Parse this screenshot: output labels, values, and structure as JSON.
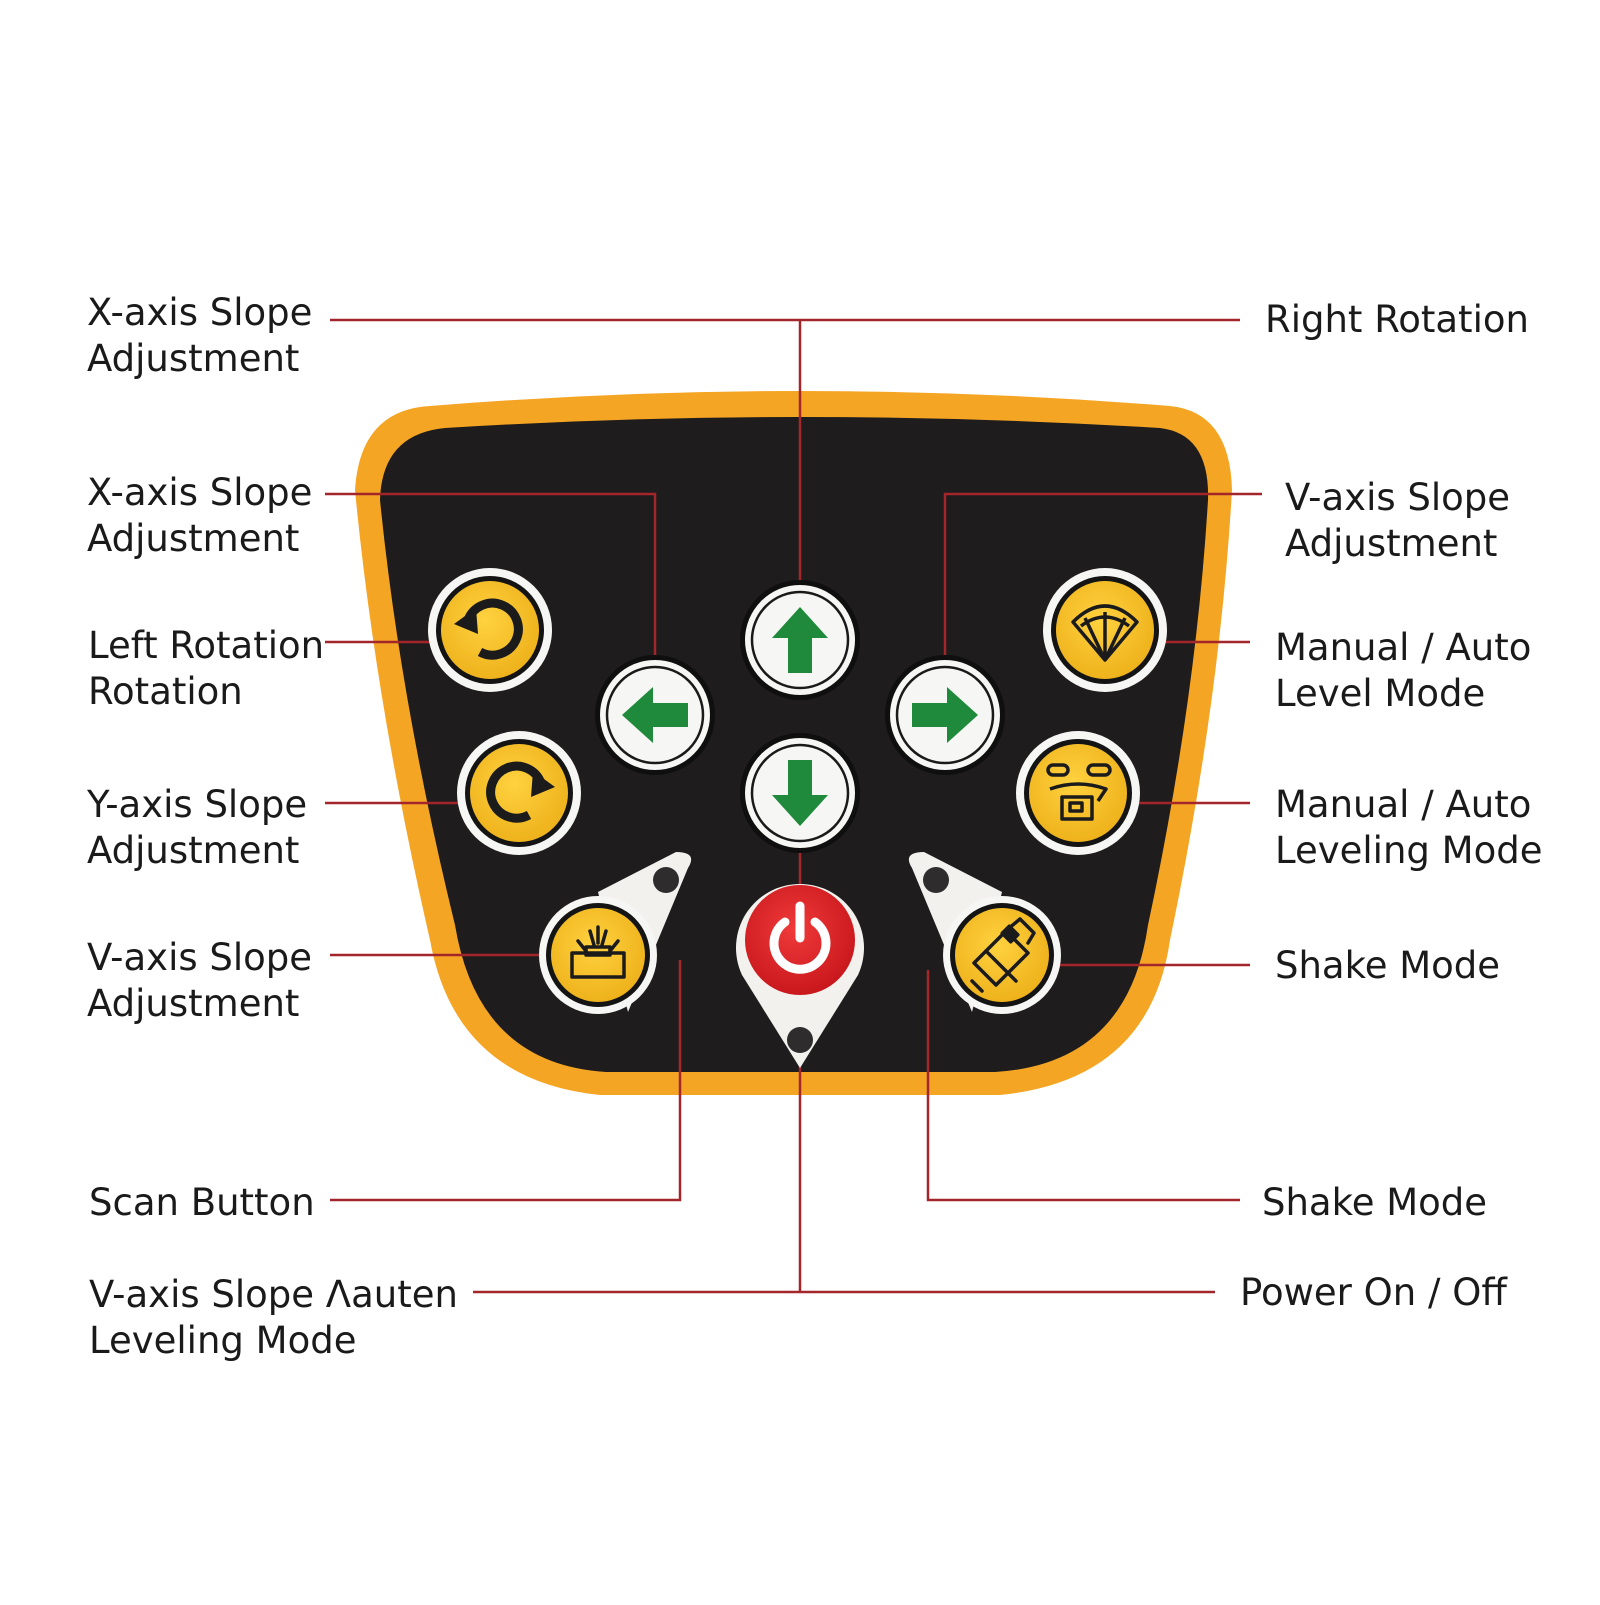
{
  "colors": {
    "background": "#ffffff",
    "panel_frame": "#f5a524",
    "panel_face": "#1e1c1d",
    "leader_line": "#a3262a",
    "yellow_button": "#f6c12c",
    "arrow_green": "#1f8a3b",
    "power_red": "#e0262a",
    "icon_dark": "#1b1b1b"
  },
  "labels_left": [
    {
      "line1": "X-axis Slope",
      "line2": "Adjustment"
    },
    {
      "line1": "X-axis Slope",
      "line2": "Adjustment"
    },
    {
      "line1": "Left Rotation",
      "line2": "Rotation"
    },
    {
      "line1": "Y-axis Slope",
      "line2": "Adjustment"
    },
    {
      "line1": "V-axis Slope",
      "line2": "Adjustment"
    },
    {
      "line1": "Scan Button",
      "line2": ""
    },
    {
      "line1": "V-axis Slope Λauten",
      "line2": "Leveling Mode"
    }
  ],
  "labels_right": [
    {
      "line1": "Right Rotation",
      "line2": ""
    },
    {
      "line1": "V-axis Slope",
      "line2": "Adjustment"
    },
    {
      "line1": "Manual / Auto",
      "line2": "Level Mode"
    },
    {
      "line1": "Manual / Auto",
      "line2": "Leveling Mode"
    },
    {
      "line1": "Shake Mode",
      "line2": ""
    },
    {
      "line1": "Shake Mode",
      "line2": ""
    },
    {
      "line1": "Power On / Off",
      "line2": ""
    }
  ],
  "buttons": {
    "arrow_up": "arrow-up-icon",
    "arrow_left": "arrow-left-icon",
    "arrow_right": "arrow-right-icon",
    "arrow_down": "arrow-down-icon",
    "rotate_left": "rotate-ccw-icon",
    "rotate_right": "rotate-cw-icon",
    "scan": "scan-icon",
    "power": "power-icon",
    "shake": "shake-icon",
    "level_mode": "level-fan-icon",
    "leveling_mode": "leveling-icon"
  }
}
